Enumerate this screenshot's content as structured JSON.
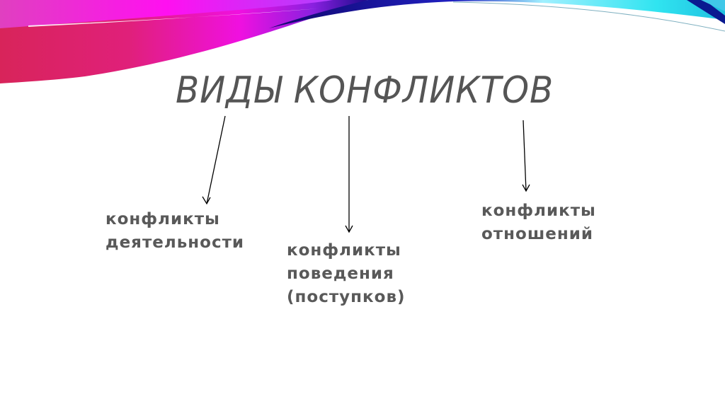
{
  "slide": {
    "title": "ВИДЫ КОНФЛИКТОВ",
    "colors": {
      "title": "#555555",
      "text": "#595959",
      "arrow": "#000000",
      "swoosh_left": "#e0206e",
      "swoosh_mid": "#e81ee8",
      "swoosh_dark": "#1a0a8a",
      "swoosh_right": "#2ee6f0"
    },
    "items": [
      {
        "lines": [
          "конфликты",
          "деятельности"
        ]
      },
      {
        "lines": [
          "конфликты",
          "поведения",
          "(поступков)"
        ]
      },
      {
        "lines": [
          "конфликты",
          "отношений"
        ]
      }
    ]
  }
}
